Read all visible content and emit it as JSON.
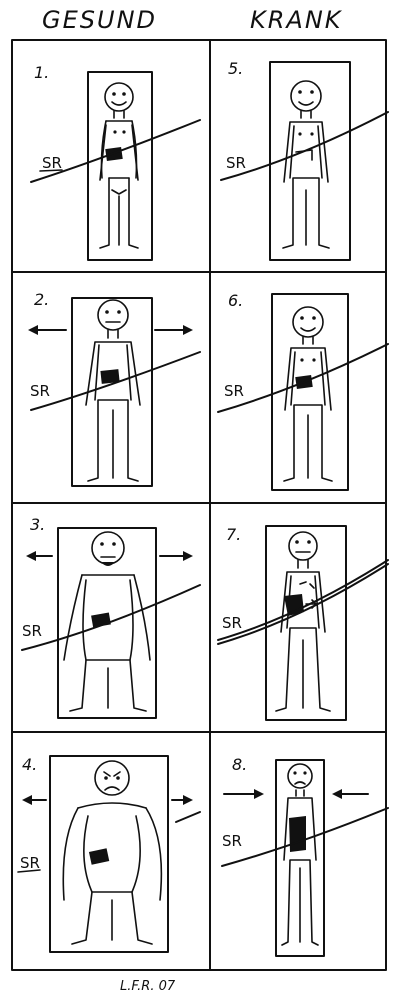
{
  "headers": {
    "left": "GESUND",
    "right": "KRANK"
  },
  "panels": [
    {
      "number": "1.",
      "label": "SR"
    },
    {
      "number": "2.",
      "label": "SR"
    },
    {
      "number": "3.",
      "label": "SR"
    },
    {
      "number": "4.",
      "label": "SR"
    },
    {
      "number": "5.",
      "label": "SR"
    },
    {
      "number": "6.",
      "label": "SR"
    },
    {
      "number": "7.",
      "label": "SR"
    },
    {
      "number": "8.",
      "label": "SR"
    }
  ],
  "signature": "L.F.R. 07"
}
